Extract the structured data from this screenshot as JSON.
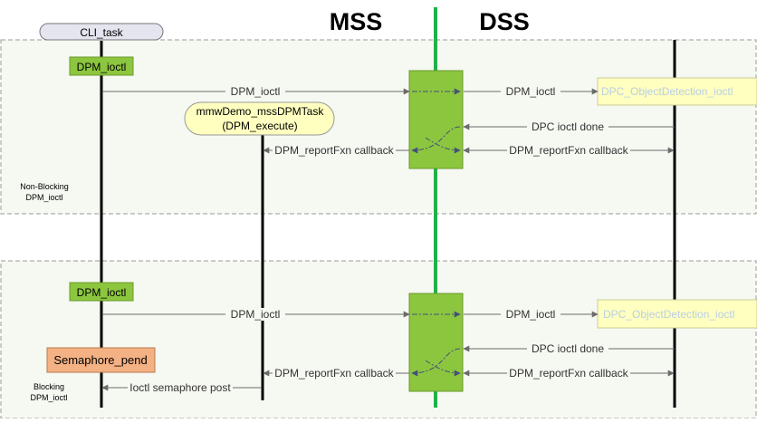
{
  "headers": {
    "mss": "MSS",
    "dss": "DSS"
  },
  "tasks": {
    "cli_task": "CLI_task",
    "dpm_task_line1": "mmwDemo_mssDPMTask",
    "dpm_task_line2": "(DPM_execute)"
  },
  "panel_top": {
    "label_line1": "Non-Blocking",
    "label_line2": "DPM_ioctl",
    "box_dpm_ioctl": "DPM_ioctl",
    "arrow_dpm_ioctl_mss": "DPM_ioctl",
    "arrow_dpm_ioctl_dss": "DPM_ioctl",
    "box_dpc": "DPC_ObjectDetection_ioctl",
    "arrow_dpc_done": "DPC ioctl done",
    "arrow_callback_mss": "DPM_reportFxn callback",
    "arrow_callback_dss": "DPM_reportFxn callback"
  },
  "panel_bottom": {
    "label_line1": "Blocking",
    "label_line2": "DPM_ioctl",
    "box_dpm_ioctl": "DPM_ioctl",
    "box_semaphore": "Semaphore_pend",
    "arrow_dpm_ioctl_mss": "DPM_ioctl",
    "arrow_dpm_ioctl_dss": "DPM_ioctl",
    "box_dpc": "DPC_ObjectDetection_ioctl",
    "arrow_dpc_done": "DPC ioctl done",
    "arrow_callback_mss": "DPM_reportFxn callback",
    "arrow_callback_dss": "DPM_reportFxn callback",
    "arrow_semaphore_post": "Ioctl semaphore post"
  },
  "colors": {
    "green_box": "#8cc63f",
    "green_divider": "#22b04a",
    "yellow_box": "#ffffc0",
    "orange_box": "#f4b183",
    "dpc_text": "#b9cfe4",
    "arrow": "#6b6b6b",
    "panel_fill": "#f6f8f2"
  }
}
